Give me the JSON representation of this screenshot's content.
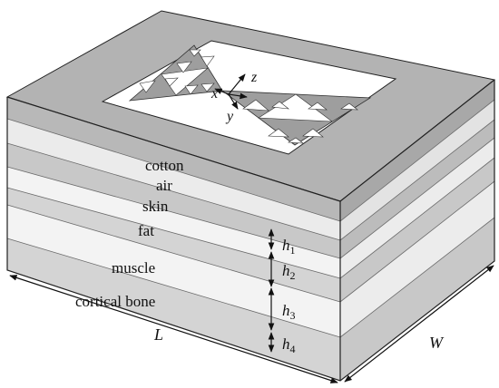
{
  "layers": [
    {
      "label": "cotton"
    },
    {
      "label": "air"
    },
    {
      "label": "skin"
    },
    {
      "label": "fat"
    },
    {
      "label": "muscle"
    },
    {
      "label": "cortical bone"
    }
  ],
  "thickness_labels": [
    {
      "sym": "h",
      "sub": "1"
    },
    {
      "sym": "h",
      "sub": "2"
    },
    {
      "sym": "h",
      "sub": "3"
    },
    {
      "sym": "h",
      "sub": "4"
    }
  ],
  "dimensions": {
    "length": "L",
    "width": "W"
  },
  "axes": {
    "x": "x",
    "y": "y",
    "z": "z"
  },
  "colors": {
    "top": "#b3b3b3",
    "patch": "#9e9e9e",
    "substrate": "#ffffff",
    "light_layer": "#e6e6e6",
    "edge": "#202020"
  }
}
